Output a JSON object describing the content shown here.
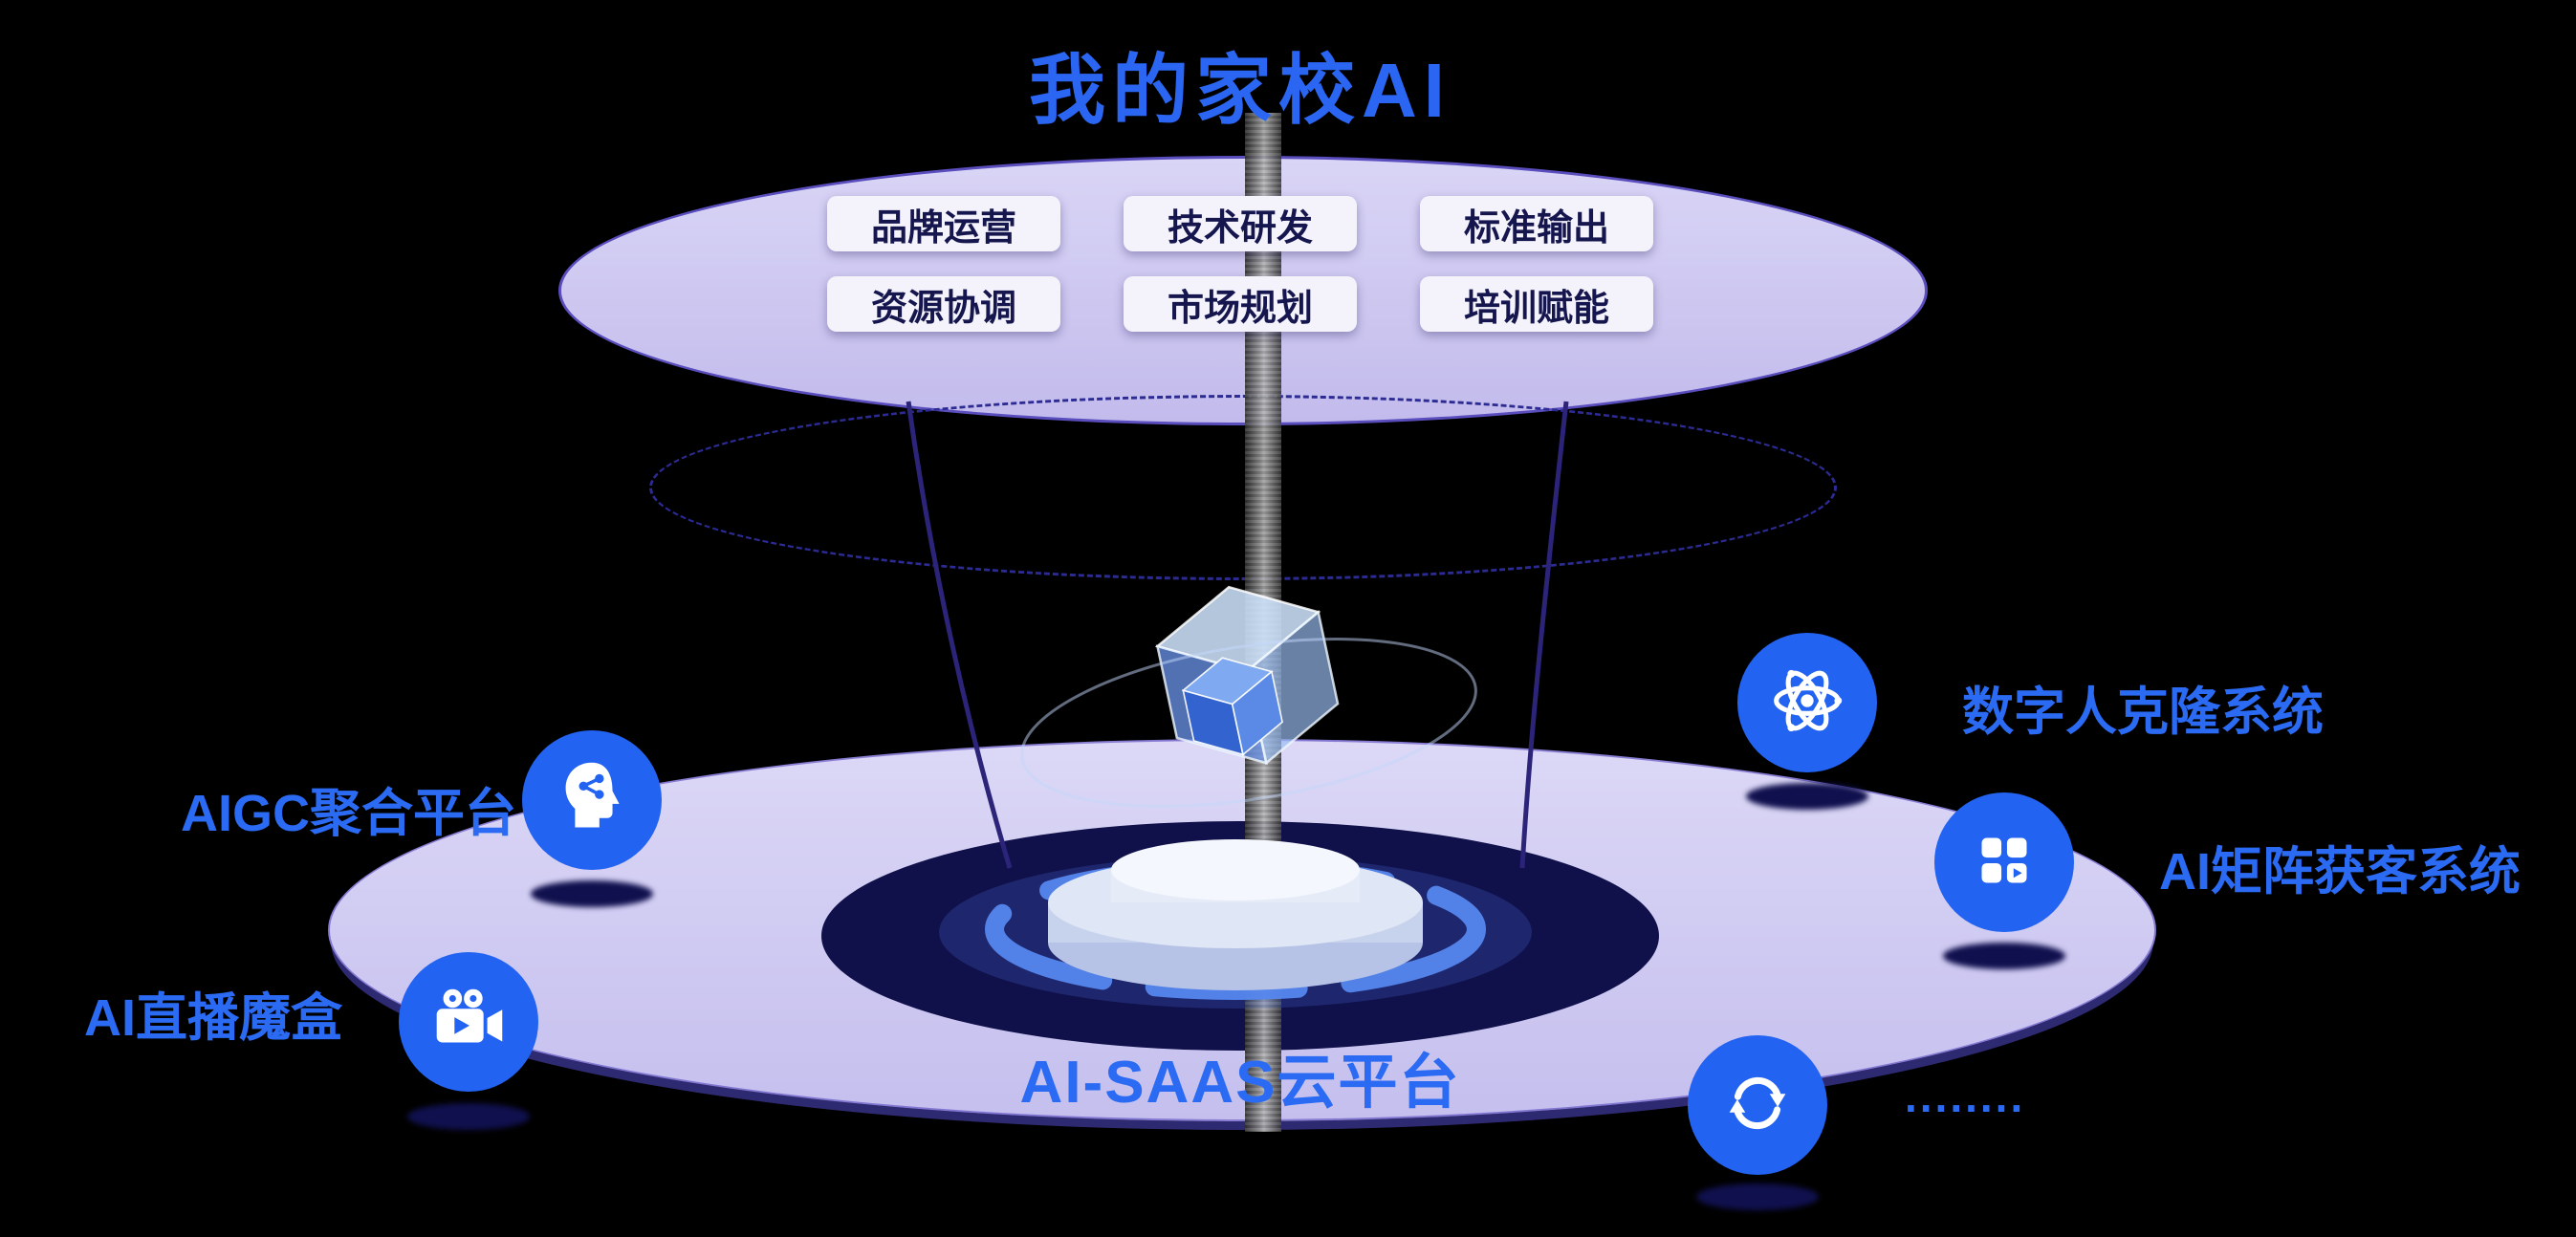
{
  "title": "我的家校AI",
  "top_capabilities": {
    "pills": [
      "品牌运营",
      "技术研发",
      "标准输出",
      "资源协调",
      "市场规划",
      "培训赋能"
    ]
  },
  "platform": {
    "label": "AI-SAAS云平台"
  },
  "features": {
    "aigc": {
      "label": "AIGC聚合平台",
      "icon": "ai-head-icon"
    },
    "live": {
      "label": "AI直播魔盒",
      "icon": "video-camera-icon"
    },
    "clone": {
      "label": "数字人克隆系统",
      "icon": "atom-icon"
    },
    "matrix": {
      "label": "AI矩阵获客系统",
      "icon": "app-grid-icon"
    },
    "more": {
      "label": "........",
      "icon": "sync-icon"
    }
  },
  "colors": {
    "accent_blue": "#2B6BF3",
    "icon_bg_blue": "#2263F1",
    "lavender": "#CFC9F1",
    "navy": "#10104A",
    "pill_bg": "#F4F3FB",
    "pill_text": "#16164F",
    "background": "#000000"
  }
}
